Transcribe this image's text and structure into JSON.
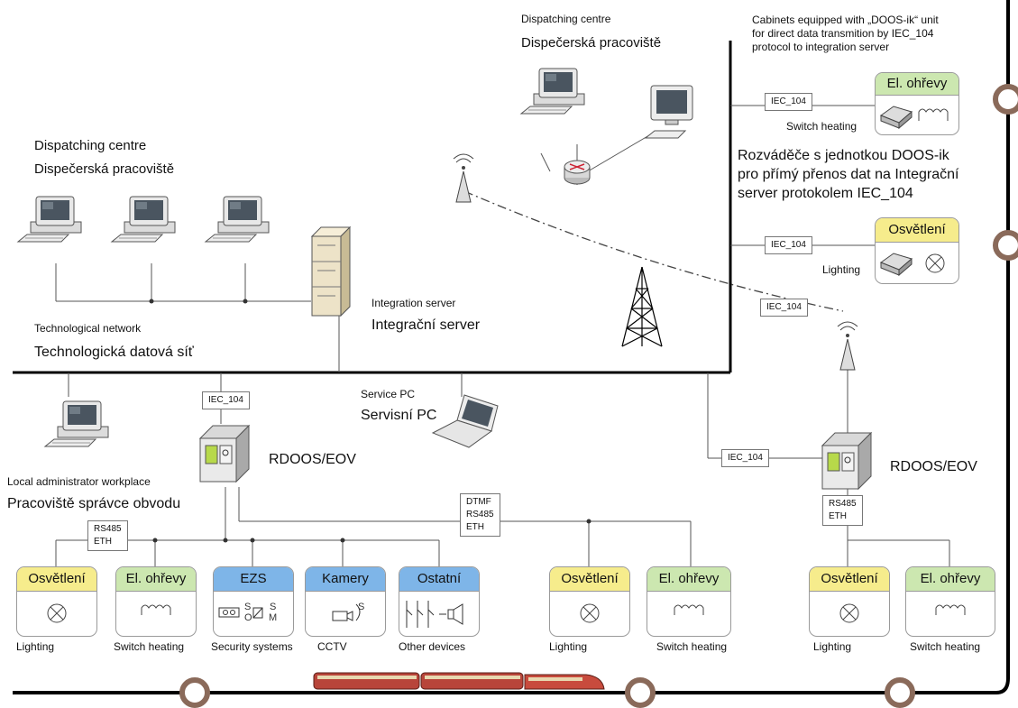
{
  "top_dispatch": {
    "title_en": "Dispatching centre",
    "title_cz": "Dispečerská pracoviště"
  },
  "left_dispatch": {
    "title_en": "Dispatching centre",
    "title_cz": "Dispečerská pracoviště"
  },
  "cabinets_note": {
    "line1": "Cabinets equipped with „DOOS-ik“ unit",
    "line2": "for direct data transmition by IEC_104",
    "line3": "protocol to integration server"
  },
  "cabinets_note_cz": {
    "line1": "Rozváděče s jednotkou DOOS-ik",
    "line2": "pro přímý přenos dat na Integrační",
    "line3": "server protokolem IEC_104"
  },
  "integration_server": {
    "en": "Integration server",
    "cz": "Integrační server"
  },
  "tech_network": {
    "en": "Technological network",
    "cz": "Technologická datová síť"
  },
  "service_pc": {
    "en": "Service PC",
    "cz": "Servisní PC"
  },
  "local_admin": {
    "en": "Local administrator workplace",
    "cz": "Pracoviště správce obvodu"
  },
  "rdoos_left": "RDOOS/EOV",
  "rdoos_right": "RDOOS/EOV",
  "protocols": {
    "iec_top_heating": "IEC_104",
    "iec_top_lighting": "IEC_104",
    "iec_wireless": "IEC_104",
    "iec_rdoos_left": "IEC_104",
    "iec_rdoos_right": "IEC_104",
    "rs485_left": [
      "RS485",
      "ETH"
    ],
    "dtmf_middle": [
      "DTMF",
      "RS485",
      "ETH"
    ],
    "rs485_right": [
      "RS485",
      "ETH"
    ]
  },
  "top_cards": {
    "heating": {
      "title": "El. ohřevy",
      "caption": "Switch heating"
    },
    "lighting": {
      "title": "Osvětlení",
      "caption": "Lighting"
    }
  },
  "bottom_cards": [
    {
      "title": "Osvětlení",
      "caption": "Lighting",
      "color": "#f6ec8c",
      "icon": "lamp-icon"
    },
    {
      "title": "El. ohřevy",
      "caption": "Switch heating",
      "color": "#cce7b0",
      "icon": "heater-coil-icon"
    },
    {
      "title": "EZS",
      "caption": "Security systems",
      "color": "#7eb5e8",
      "icon": "security-sensors-icon"
    },
    {
      "title": "Kamery",
      "caption": "CCTV",
      "color": "#7eb5e8",
      "icon": "camera-icon"
    },
    {
      "title": "Ostatní",
      "caption": "Other devices",
      "color": "#7eb5e8",
      "icon": "switches-speaker-icon"
    },
    {
      "title": "Osvětlení",
      "caption": "Lighting",
      "color": "#f6ec8c",
      "icon": "lamp-icon"
    },
    {
      "title": "El. ohřevy",
      "caption": "Switch heating",
      "color": "#cce7b0",
      "icon": "heater-coil-icon"
    },
    {
      "title": "Osvětlení",
      "caption": "Lighting",
      "color": "#f6ec8c",
      "icon": "lamp-icon"
    },
    {
      "title": "El. ohřevy",
      "caption": "Switch heating",
      "color": "#cce7b0",
      "icon": "heater-coil-icon"
    }
  ],
  "colors": {
    "lighting": "#f6ec8c",
    "heating": "#cce7b0",
    "systems": "#7eb5e8",
    "rail_ring": "#8a6a5a"
  }
}
